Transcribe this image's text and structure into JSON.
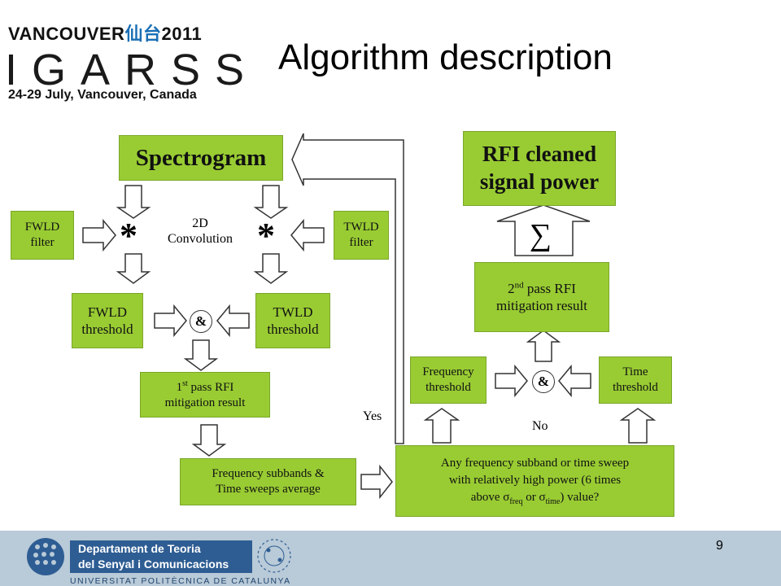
{
  "header": {
    "logo_line1_prefix": "VANCOUVER",
    "logo_line1_cjk": "仙台",
    "logo_line1_suffix": "2011",
    "logo_line2": "IGARSS",
    "logo_line3": "24-29 July, Vancouver, Canada",
    "title": "Algorithm description"
  },
  "diagram": {
    "spectrogram": "Spectrogram",
    "fwld_filter": [
      "FWLD",
      "filter"
    ],
    "twld_filter": [
      "TWLD",
      "filter"
    ],
    "convolution_label": [
      "2D",
      "Convolution"
    ],
    "conv_symbol": "*",
    "and_symbol": "&",
    "fwld_threshold": [
      "FWLD",
      "threshold"
    ],
    "twld_threshold": [
      "TWLD",
      "threshold"
    ],
    "first_pass": {
      "pre": "1",
      "sup": "st",
      "post": " pass RFI",
      "line2": "mitigation result"
    },
    "freq_subbands": [
      "Frequency subbands &",
      "Time sweeps average"
    ],
    "question": {
      "line1": "Any frequency subband or time sweep",
      "line2": "with relatively high power (6 times",
      "line3_pre": "above σ",
      "sub1": "freq",
      "line3_mid": " or σ",
      "sub2": "time",
      "line3_post": ") value?"
    },
    "yes_label": "Yes",
    "no_label": "No",
    "frequency_threshold": [
      "Frequency",
      "threshold"
    ],
    "time_threshold": [
      "Time",
      "threshold"
    ],
    "second_pass": {
      "pre": "2",
      "sup": "nd",
      "post": " pass RFI",
      "line2": "mitigation result"
    },
    "sum_symbol": "∑",
    "rfi_cleaned": [
      "RFI cleaned",
      "signal power"
    ]
  },
  "footer": {
    "dept_line1": "Departament de Teoria",
    "dept_line2": "del Senyal i Comunicacions",
    "university": "UNIVERSITAT POLITÈCNICA DE CATALUNYA",
    "page_number": "9"
  },
  "colors": {
    "box_fill": "#99cc33",
    "footer_band": "#b9cad8",
    "dept_blue": "#2e5d93"
  }
}
